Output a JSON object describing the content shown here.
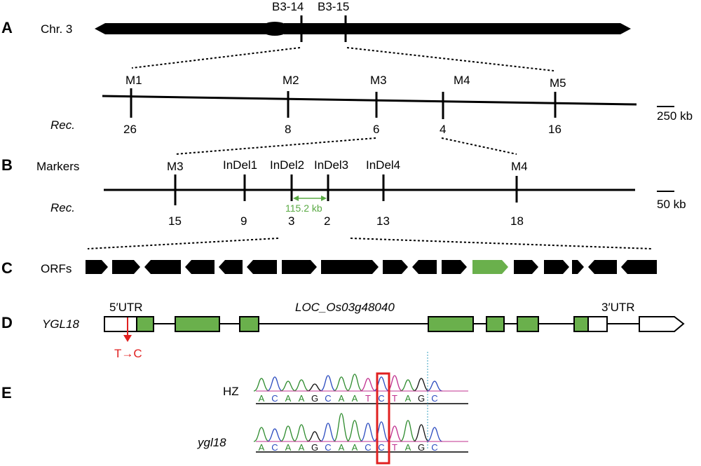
{
  "panels": [
    "A",
    "B",
    "C",
    "D",
    "E"
  ],
  "panelA": {
    "chr_label": "Chr. 3",
    "top_markers": [
      "B3-14",
      "B3-15"
    ],
    "markers": [
      "M1",
      "M2",
      "M3",
      "M4",
      "M5"
    ],
    "rec_label": "Rec.",
    "rec_values": [
      "26",
      "8",
      "6",
      "4",
      "16"
    ],
    "scale_label": "250 kb"
  },
  "panelB": {
    "markers_label": "Markers",
    "markers": [
      "M3",
      "InDel1",
      "InDel2",
      "InDel3",
      "InDel4",
      "M4"
    ],
    "rec_label": "Rec.",
    "rec_values": [
      "15",
      "9",
      "3",
      "2",
      "13",
      "18"
    ],
    "interval_label": "115.2 kb",
    "scale_label": "50 kb"
  },
  "panelC": {
    "orfs_label": "ORFs",
    "orfs": [
      {
        "dir": "right",
        "highlight": false
      },
      {
        "dir": "right",
        "highlight": false
      },
      {
        "dir": "left",
        "highlight": false
      },
      {
        "dir": "left",
        "highlight": false
      },
      {
        "dir": "left",
        "highlight": false
      },
      {
        "dir": "left",
        "highlight": false
      },
      {
        "dir": "right",
        "highlight": false
      },
      {
        "dir": "right",
        "highlight": false
      },
      {
        "dir": "right",
        "highlight": false
      },
      {
        "dir": "left",
        "highlight": false
      },
      {
        "dir": "right",
        "highlight": false
      },
      {
        "dir": "right",
        "highlight": true
      },
      {
        "dir": "right",
        "highlight": false
      },
      {
        "dir": "right",
        "highlight": false
      },
      {
        "dir": "right",
        "highlight": false
      },
      {
        "dir": "left",
        "highlight": false
      },
      {
        "dir": "left",
        "highlight": false
      }
    ]
  },
  "panelD": {
    "gene_label": "YGL18",
    "locus_label": "LOC_Os03g48040",
    "utr5_label": "5′UTR",
    "utr3_label": "3′UTR",
    "mutation_label": "T→C"
  },
  "panelE": {
    "hz_label": "HZ",
    "mutant_label": "ygl18",
    "hz_bases": [
      "A",
      "C",
      "A",
      "A",
      "G",
      "C",
      "A",
      "A",
      "T",
      "C",
      "T",
      "A",
      "G",
      "C"
    ],
    "mutant_bases": [
      "A",
      "C",
      "A",
      "A",
      "G",
      "C",
      "A",
      "A",
      "C",
      "C",
      "T",
      "A",
      "G",
      "C"
    ]
  },
  "colors": {
    "exon_green": "#6ab04c",
    "orf_highlight": "#6ab04c",
    "interval_green": "#5aaa44",
    "mutation_red": "#e02020",
    "base_A": "#2e8b2e",
    "base_C": "#2b4bbf",
    "base_G": "#111111",
    "base_T": "#c0308f"
  }
}
